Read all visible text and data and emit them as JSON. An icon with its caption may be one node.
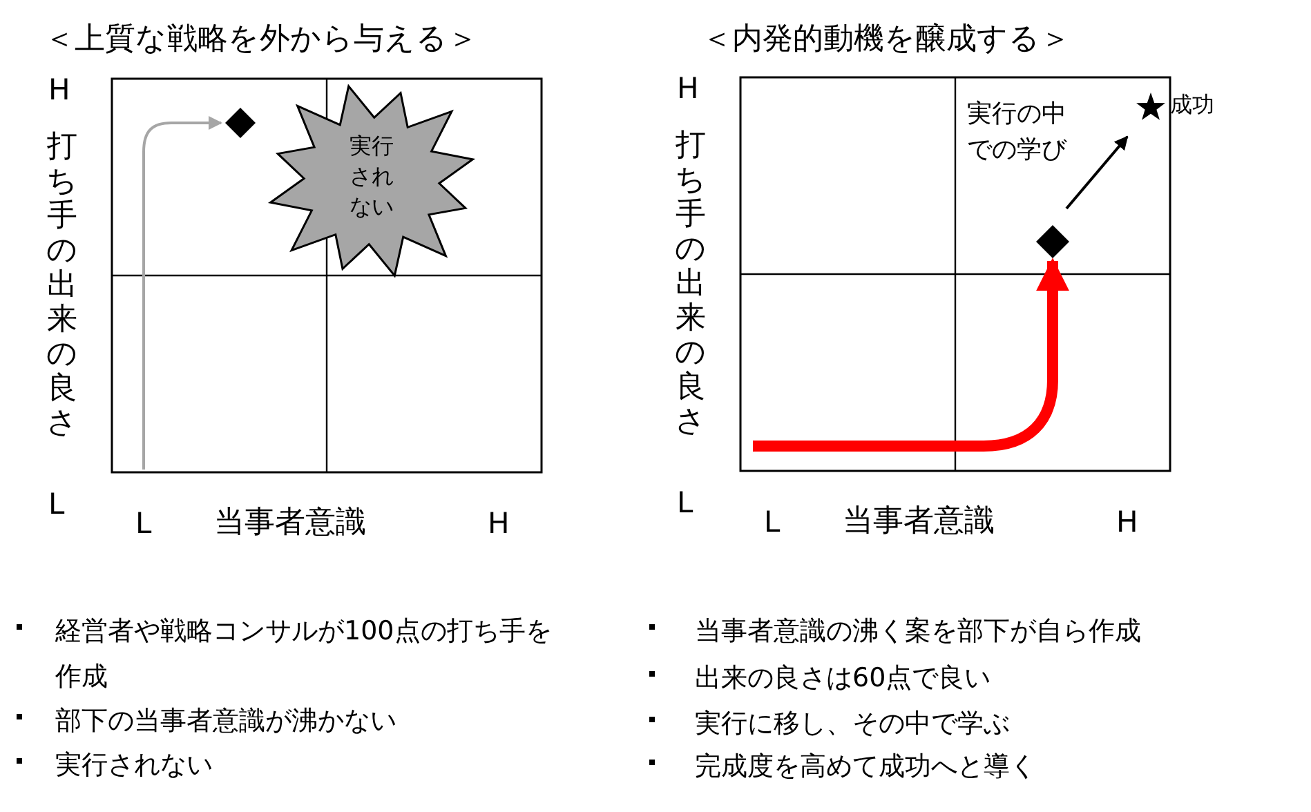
{
  "diagram": {
    "nodes": [
      {
        "text": [],
        "shape": "diamond"
      },
      {
        "text": [
          "実行されない"
        ]
      },
      {
        "text": [],
        "shape": "diamond"
      },
      {
        "text": [],
        "shape": "star",
        "beside": [
          "成功"
        ]
      }
    ],
    "edges": [
      {
        "from": null,
        "to": 0,
        "arrow": "to",
        "color": "#a6a6a6"
      },
      {
        "from": null,
        "to": 2,
        "arrow": "to",
        "style": "thick",
        "color": "#ff0000"
      },
      {
        "from": 2,
        "to": 3,
        "arrow": "to",
        "label": "実行の中での学び",
        "color": "#000000"
      }
    ],
    "labels": [
      "＜上質な戦略を外から与える＞",
      "＜内発的動機を醸成する＞",
      "H",
      "打ち手の出来の良さ",
      "L",
      "L",
      "当事者意識",
      "H",
      "H",
      "打ち手の出来の良さ",
      "L",
      "L",
      "当事者意識",
      "H",
      "経営者や戦略コンサルが100点の打ち手を作成",
      "部下の当事者意識が沸かない",
      "実行されない",
      "当事者意識の沸く案を部下が自ら作成",
      "出来の良さは60点で良い",
      "実行に移し、その中で学ぶ",
      "完成度を高めて成功へと導く"
    ]
  }
}
